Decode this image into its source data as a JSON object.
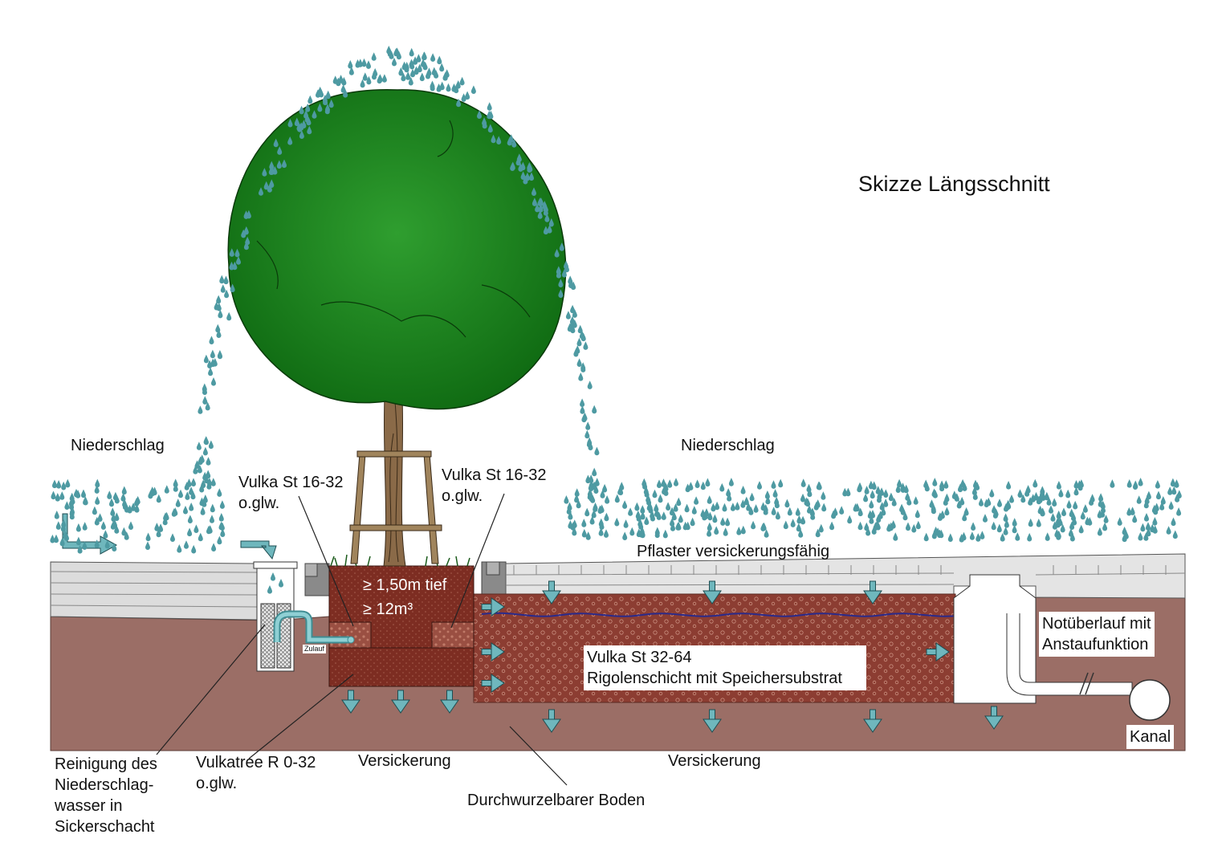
{
  "title": "Skizze Längsschnitt",
  "labels": {
    "niederschlag_left": "Niederschlag",
    "niederschlag_right": "Niederschlag",
    "vulka_left": [
      "Vulka St 16-32",
      "o.glw."
    ],
    "vulka_right": [
      "Vulka St 16-32",
      "o.glw."
    ],
    "pflaster": "Pflaster versickerungsfähig",
    "depth": "≥ 1,50m tief",
    "volume": "≥ 12m³",
    "zulauf": "Zulauf",
    "rigole": [
      "Vulka St 32-64",
      "Rigolenschicht mit Speichersubstrat"
    ],
    "notueberlauf": [
      "Notüberlauf mit",
      "Anstaufunktion"
    ],
    "kanal": "Kanal",
    "reinigung": [
      "Reinigung des",
      "Niederschlag-",
      "wasser in",
      "Sickerschacht"
    ],
    "vulkatree": [
      "Vulkatree R 0-32",
      "o.glw."
    ],
    "versickerung_left": "Versickerung",
    "versickerung_right": "Versickerung",
    "boden": "Durchwurzelbarer Boden"
  },
  "colors": {
    "soil": "#9b6e66",
    "rigole": "#8c3d32",
    "pit": "#7d2d22",
    "tree_crown": "#1a7a1a",
    "trunk": "#8a6a48",
    "stake": "#a0845c",
    "arrow": "#5aa9b0",
    "drop": "#4e9aa2",
    "water_line": "#2a2a8c",
    "pavement": "#dcdcdc"
  },
  "icons": [
    "rain-drop-icon",
    "flow-arrow-icon",
    "down-arrow-icon",
    "right-arrow-icon"
  ]
}
